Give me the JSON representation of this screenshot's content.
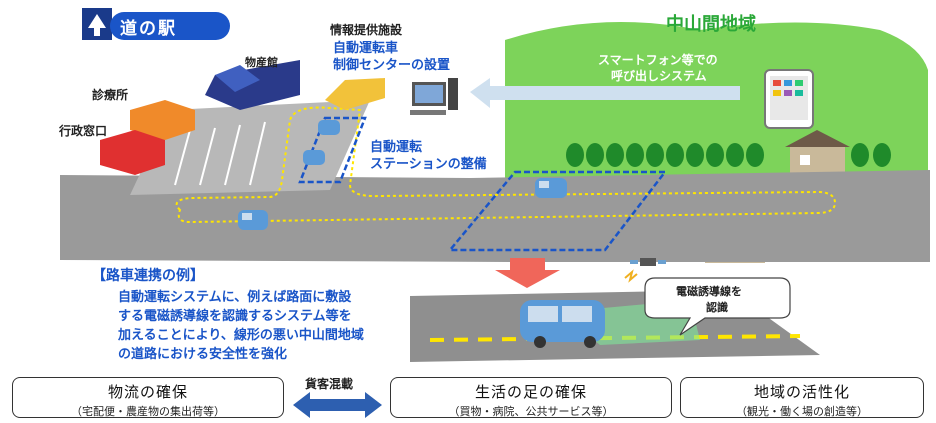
{
  "station": {
    "name": "道の駅"
  },
  "region": {
    "title": "中山間地域"
  },
  "labels": {
    "info_facility": "情報提供施設",
    "control_center_1": "自動運転車",
    "control_center_2": "制御センターの設置",
    "product_hall": "物産館",
    "clinic": "診療所",
    "admin_window": "行政窓口",
    "station_1": "自動運転",
    "station_2": "ステーションの整備",
    "smartphone_1": "スマートフォン等での",
    "smartphone_2": "呼び出しシステム",
    "sensor_1": "電磁誘導線を",
    "sensor_2": "認識",
    "mixed_cargo": "貨客混載"
  },
  "example": {
    "heading": "【路車連携の例】",
    "lines": [
      "自動運転システムに、例えば路面に敷設",
      "する電磁誘導線を認識するシステム等を",
      "加えることにより、線形の悪い中山間地域",
      "の道路における安全性を強化"
    ]
  },
  "outcomes": [
    {
      "title": "物流の確保",
      "detail": "（宅配便・農産物の集出荷等）"
    },
    {
      "title": "生活の足の確保",
      "detail": "（買物・病院、公共サービス等）"
    },
    {
      "title": "地域の活性化",
      "detail": "（観光・働く場の創造等）"
    }
  ],
  "colors": {
    "accent_blue": "#1a55c8",
    "green_area": "#7dd35a",
    "road": "#9a9a9a",
    "bus": "#5a9ad8"
  }
}
